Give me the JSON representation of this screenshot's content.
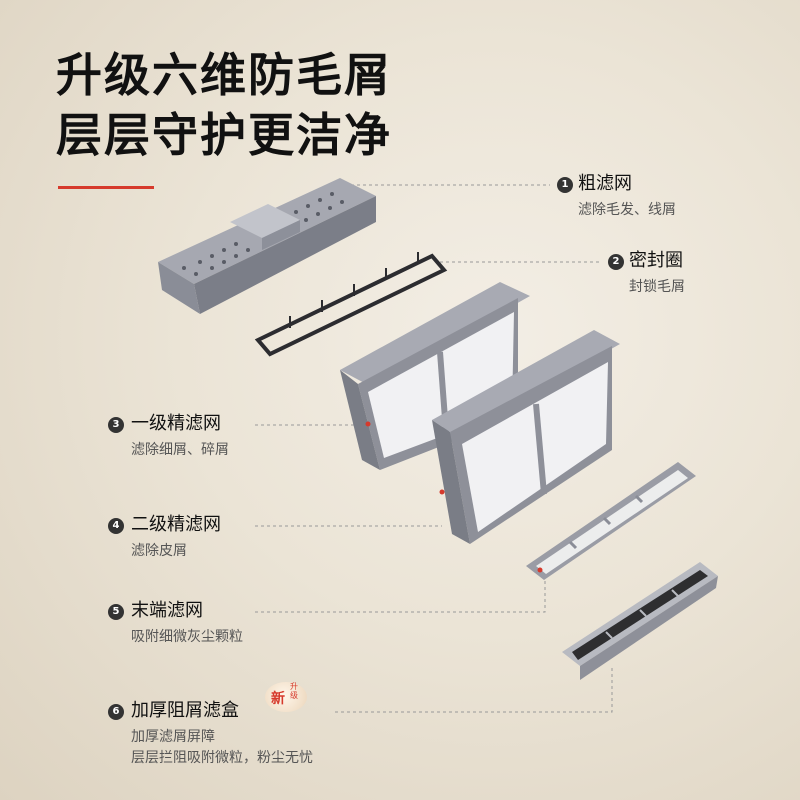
{
  "headline": {
    "line1": "升级六维防毛屑",
    "line2": "层层守护更洁净"
  },
  "colors": {
    "accent": "#d63a2c",
    "frame": "#8e9099",
    "mesh": "#f2f2f2",
    "text": "#111111",
    "subtext": "#555555"
  },
  "callouts": [
    {
      "num": "1",
      "title": "粗滤网",
      "desc": "滤除毛发、线屑"
    },
    {
      "num": "2",
      "title": "密封圈",
      "desc": "封锁毛屑"
    },
    {
      "num": "3",
      "title": "一级精滤网",
      "desc": "滤除细屑、碎屑"
    },
    {
      "num": "4",
      "title": "二级精滤网",
      "desc": "滤除皮屑"
    },
    {
      "num": "5",
      "title": "末端滤网",
      "desc": "吸附细微灰尘颗粒"
    },
    {
      "num": "6",
      "title": "加厚阻屑滤盒",
      "desc": "加厚滤屑屏障",
      "desc2": "层层拦阻吸附微粒，粉尘无忧",
      "badge": {
        "big": "新",
        "small": "升级"
      }
    }
  ]
}
